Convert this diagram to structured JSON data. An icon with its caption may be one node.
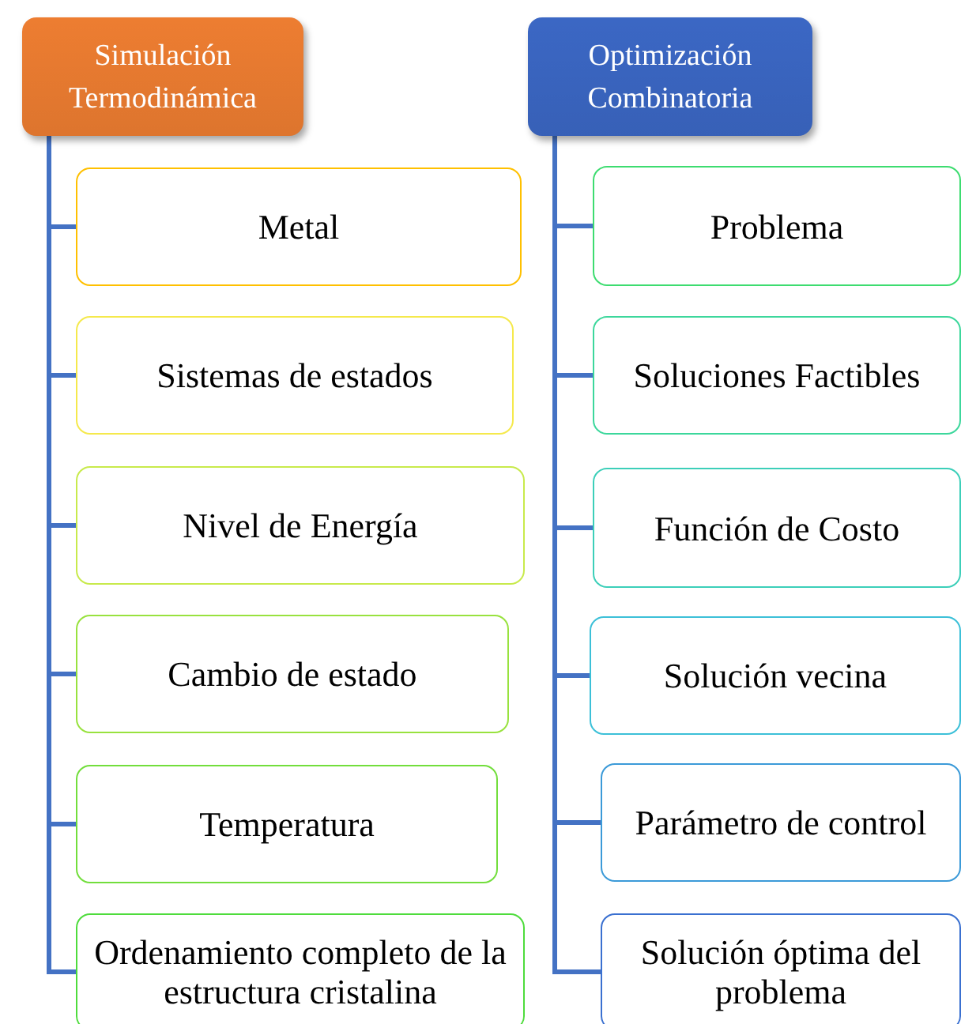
{
  "diagram": {
    "nodes": [
      {
        "text": [
          "Simulación Termodinámica"
        ]
      },
      {
        "text": [
          "Metal"
        ]
      },
      {
        "text": [
          "Sistemas de estados"
        ]
      },
      {
        "text": [
          "Nivel de Energía"
        ]
      },
      {
        "text": [
          "Cambio de estado"
        ]
      },
      {
        "text": [
          "Temperatura"
        ]
      },
      {
        "text": [
          "Ordenamiento completo de la estructura cristalina"
        ]
      },
      {
        "text": [
          "Optimización Combinatoria"
        ]
      },
      {
        "text": [
          "Problema"
        ]
      },
      {
        "text": [
          "Soluciones Factibles"
        ]
      },
      {
        "text": [
          "Función de Costo"
        ]
      },
      {
        "text": [
          "Solución vecina"
        ]
      },
      {
        "text": [
          "Parámetro de control"
        ]
      },
      {
        "text": [
          "Solución óptima del problema"
        ]
      }
    ],
    "edges": [
      {
        "from": 0,
        "to": 1,
        "arrow": "none"
      },
      {
        "from": 0,
        "to": 2,
        "arrow": "none"
      },
      {
        "from": 0,
        "to": 3,
        "arrow": "none"
      },
      {
        "from": 0,
        "to": 4,
        "arrow": "none"
      },
      {
        "from": 0,
        "to": 5,
        "arrow": "none"
      },
      {
        "from": 0,
        "to": 6,
        "arrow": "none"
      },
      {
        "from": 7,
        "to": 8,
        "arrow": "none"
      },
      {
        "from": 7,
        "to": 9,
        "arrow": "none"
      },
      {
        "from": 7,
        "to": 10,
        "arrow": "none"
      },
      {
        "from": 7,
        "to": 11,
        "arrow": "none"
      },
      {
        "from": 7,
        "to": 12,
        "arrow": "none"
      },
      {
        "from": 7,
        "to": 13,
        "arrow": "none"
      }
    ]
  }
}
